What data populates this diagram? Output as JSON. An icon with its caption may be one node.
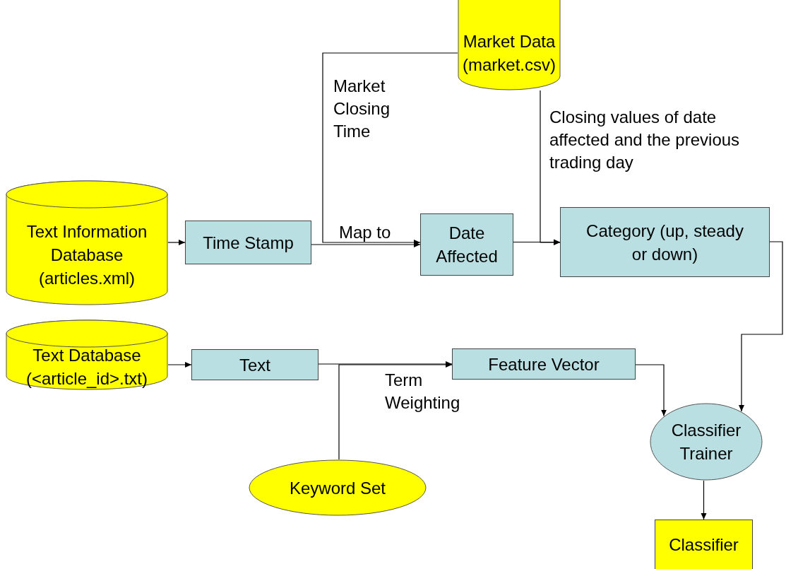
{
  "diagram": {
    "nodes": [
      {
        "text": [
          "Market Data (market.csv)"
        ]
      },
      {
        "text": [
          "Text Information Database (articles.xml)"
        ]
      },
      {
        "text": [
          "Time Stamp"
        ]
      },
      {
        "text": [
          "Date Affected"
        ]
      },
      {
        "text": [
          "Category (up, steady or down)"
        ]
      },
      {
        "text": [
          "Text Database (<article_id>.txt)"
        ]
      },
      {
        "text": [
          "Text"
        ]
      },
      {
        "text": [
          "Feature Vector"
        ]
      },
      {
        "text": [
          "Keyword Set"
        ]
      },
      {
        "text": [
          "Classifier Trainer"
        ]
      },
      {
        "text": [
          "Classifier"
        ]
      }
    ],
    "edges": [
      {
        "from": 1,
        "to": 2,
        "arrow": "to"
      },
      {
        "from": 2,
        "to": 3,
        "arrow": "to",
        "label": "Map to"
      },
      {
        "from": 0,
        "to": 3,
        "arrow": "to",
        "label": "Market Closing Time"
      },
      {
        "from": 3,
        "to": 4,
        "arrow": "to"
      },
      {
        "from": 0,
        "to": 4,
        "arrow": "to",
        "label": "Closing values of date affected and the previous trading day"
      },
      {
        "from": 4,
        "to": 9,
        "arrow": "to"
      },
      {
        "from": 5,
        "to": 6,
        "arrow": "to"
      },
      {
        "from": 6,
        "to": 7,
        "arrow": "to",
        "label": "Term Weighting"
      },
      {
        "from": 8,
        "to": 7,
        "arrow": "to"
      },
      {
        "from": 7,
        "to": 9,
        "arrow": "to"
      },
      {
        "from": 9,
        "to": 10,
        "arrow": "to"
      }
    ]
  }
}
